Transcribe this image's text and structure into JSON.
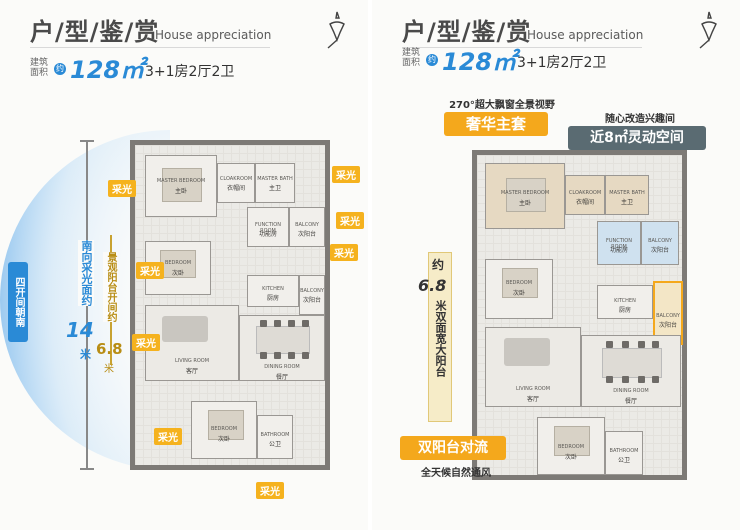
{
  "title": "户/型/鉴/赏",
  "title_en": "House appreciation",
  "area_label": "建筑面积",
  "area_badge": "约",
  "area_value": "128㎡",
  "layout": "3+1房2厅2卫",
  "rooms": {
    "master_en": "MASTER BEDROOM",
    "master_cn": "主卧",
    "cloak_en": "CLOAKROOM",
    "cloak_cn": "衣帽间",
    "mbath_en": "MASTER BATH",
    "mbath_cn": "主卫",
    "func_en": "FUNCTION ROOM",
    "func_cn": "功能房",
    "balc_en": "BALCONY",
    "balc_cn": "次阳台",
    "bed_en": "BEDROOM",
    "bed_cn": "次卧",
    "kitchen_en": "KITCHEN",
    "kitchen_cn": "厨房",
    "living_en": "LIVING ROOM",
    "living_cn": "客厅",
    "dining_en": "DINING ROOM",
    "dining_cn": "餐厅",
    "bath_en": "BATHROOM",
    "bath_cn": "公卫"
  },
  "left": {
    "sun_label": "采光",
    "arc_text": "四开间朝南",
    "arrow_text_1": "南向采光面约",
    "arrow_num": "14",
    "arrow_unit": "米",
    "arrow_text_2": "景观阳台开间约",
    "arrow_num_2": "6.8",
    "arrow_unit_2": "米"
  },
  "right": {
    "view_label": "270°超大飘窗全景视野",
    "suite_label": "奢华主套",
    "space_sub": "随心改造兴趣间",
    "space_label": "近8㎡灵动空间",
    "side_pre": "约",
    "side_num": "6.8",
    "side_text": "米双面宽大阳台",
    "balcony_label": "双阳台对流",
    "balcony_sub": "全天候自然通风"
  },
  "colors": {
    "accent_blue": "#2a8ad6",
    "sun_orange": "#f5b21e",
    "callout_gray": "#5a6b72"
  }
}
